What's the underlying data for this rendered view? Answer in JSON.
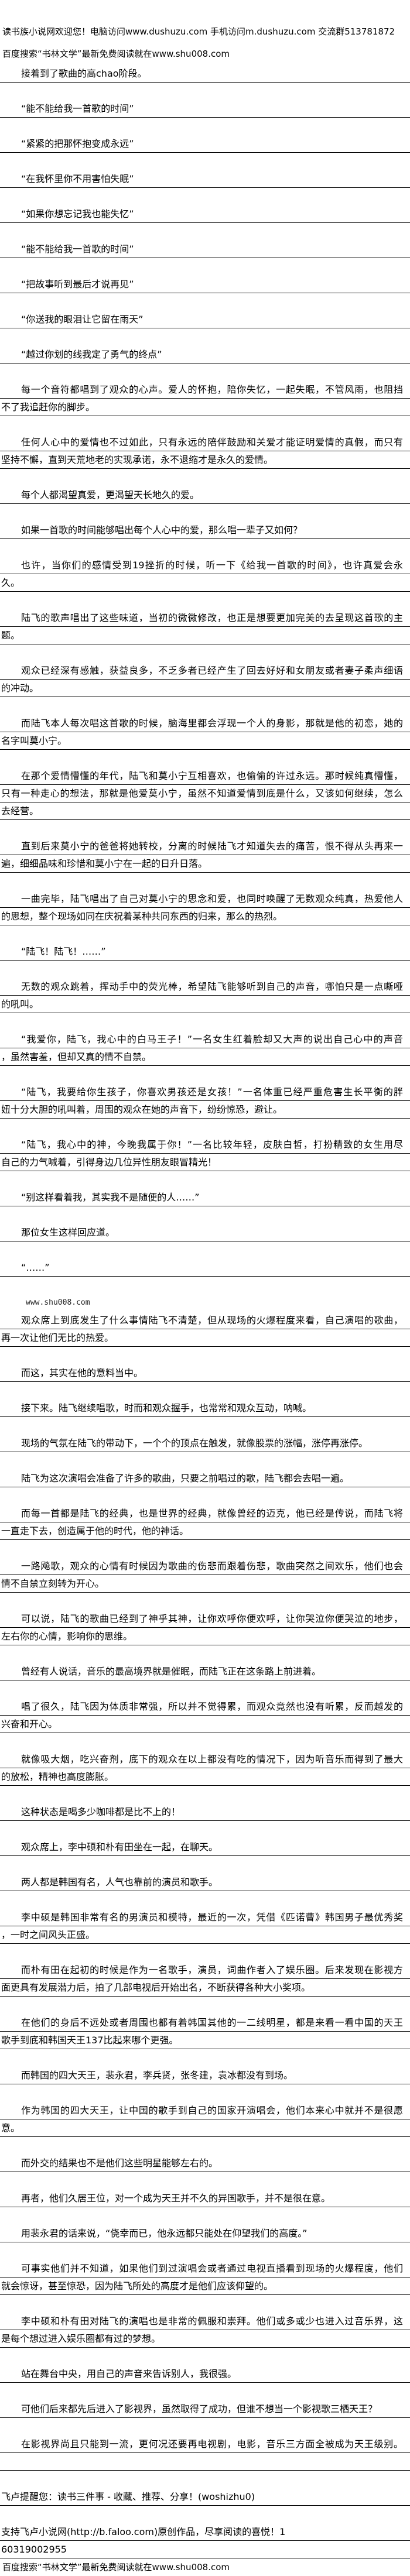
{
  "header": {
    "welcome": "读书族小说网欢迎您！电脑访问www.dushuzu.com 手机访问m.dushuzu.com 交流群513781872",
    "search_hint": "百度搜索“书林文学”最新免费阅读就在www.shu008.com"
  },
  "content": {
    "paragraphs": [
      {
        "lines": [
          "接着到了歌曲的高chao阶段。"
        ]
      },
      {
        "lines": [
          "“能不能给我一首歌的时间”"
        ]
      },
      {
        "lines": [
          "“紧紧的把那怀抱变成永远”"
        ]
      },
      {
        "lines": [
          "“在我怀里你不用害怕失眠”"
        ]
      },
      {
        "lines": [
          "“如果你想忘记我也能失忆”"
        ]
      },
      {
        "lines": [
          "“能不能给我一首歌的时间”"
        ]
      },
      {
        "lines": [
          "“把故事听到最后才说再见”"
        ]
      },
      {
        "lines": [
          "“你送我的眼泪让它留在雨天”"
        ]
      },
      {
        "lines": [
          "“越过你划的线我定了勇气的终点”"
        ]
      },
      {
        "lines": [
          "每一个音符都唱到了观众的心声。爱人的怀抱，陪你失忆，一起失眠，不管风雨，也阻挡",
          "不了我追赶你的脚步。"
        ]
      },
      {
        "lines": [
          "任何人心中的爱情也不过如此，只有永远的陪伴鼓励和关爱才能证明爱情的真假，而只有",
          "坚持不懈，直到天荒地老的实现承诺，永不退缩才是永久的爱情。"
        ]
      },
      {
        "lines": [
          "每个人都渴望真爱，更渴望天长地久的爱。"
        ]
      },
      {
        "lines": [
          "如果一首歌的时间能够唱出每个人心中的爱，那么唱一辈子又如何？"
        ]
      },
      {
        "lines": [
          "也许，当你们的感情受到19挫折的时候，听一下《给我一首歌的时间》，也许真爱会永",
          "久。"
        ]
      },
      {
        "lines": [
          "陆飞的歌声唱出了这些味道，当初的微微修改，也正是想要更加完美的去呈现这首歌的主",
          "题。"
        ]
      },
      {
        "lines": [
          "观众已经深有感触，获益良多，不乏多者已经产生了回去好好和女朋友或者妻子柔声细语",
          "的冲动。"
        ]
      },
      {
        "lines": [
          "而陆飞本人每次唱这首歌的时候，脑海里都会浮现一个人的身影，那就是他的初恋，她的",
          "名字叫莫小宁。"
        ]
      },
      {
        "lines": [
          "在那个爱情懵懂的年代，陆飞和莫小宁互相喜欢，也偷偷的许过永远。那时候纯真懵懂，",
          "只有一种走心的想法，那就是他爱莫小宁，虽然不知道爱情到底是什么，又该如何继续，怎么",
          "去经营。"
        ]
      },
      {
        "lines": [
          "直到后来莫小宁的爸爸将她转校，分离的时候陆飞才知道失去的痛苦，恨不得从头再来一",
          "遍，细细品味和珍惜和莫小宁在一起的日升日落。"
        ]
      },
      {
        "lines": [
          "一曲完毕，陆飞唱出了自己对莫小宁的思念和爱，也同时唤醒了无数观众纯真，热爱他人",
          "的思想，整个现场如同在庆祝着某种共同东西的归来，那么的热烈。"
        ]
      },
      {
        "lines": [
          "“陆飞！陆飞！……”"
        ]
      },
      {
        "lines": [
          "无数的观众跳着，挥动手中的荧光棒，希望陆飞能够听到自己的声音，哪怕只是一点嘶哑",
          "的吼叫。"
        ]
      },
      {
        "lines": [
          "“我爱你，陆飞，我心中的白马王子！”一名女生红着脸却又大声的说出自己心中的声音",
          "，虽然害羞，但却又真的情不自禁。"
        ]
      },
      {
        "lines": [
          "“陆飞，我要给你生孩子，你喜欢男孩还是女孩！”一名体重已经严重危害生长平衡的胖",
          "妞十分大胆的吼叫着，周围的观众在她的声音下，纷纷惊恐，避让。"
        ]
      },
      {
        "lines": [
          "“陆飞，我心中的神，今晚我属于你！”一名比较年轻，皮肤白皙，打扮精致的女生用尽",
          "自己的力气喊着，引得身边几位异性朋友眼冒精光！"
        ]
      },
      {
        "lines": [
          "“别这样看着我，其实我不是随便的人……”"
        ]
      },
      {
        "lines": [
          "那位女生这样回应道。"
        ]
      },
      {
        "lines": [
          "“……”"
        ],
        "watermark_after": "www.shu008.com"
      },
      {
        "lines": [
          "观众席上到底发生了什么事情陆飞不清楚，但从现场的火爆程度来看，自己演唱的歌曲，",
          "再一次让他们无比的热爱。"
        ]
      },
      {
        "lines": [
          "而这，其实在他的意料当中。"
        ]
      },
      {
        "lines": [
          "接下来。陆飞继续唱歌，时而和观众握手，也常常和观众互动，呐喊。"
        ]
      },
      {
        "lines": [
          "现场的气氛在陆飞的带动下，一个个的顶点在触发，就像股票的涨幅，涨停再涨停。"
        ]
      },
      {
        "lines": [
          "陆飞为这次演唱会准备了许多的歌曲，只要之前唱过的歌，陆飞都会去唱一遍。"
        ]
      },
      {
        "lines": [
          "而每一首都是陆飞的经典，也是世界的经典，就像曾经的迈克，他已经是传说，而陆飞将",
          "一直走下去，创造属于他的时代，他的神话。"
        ]
      },
      {
        "lines": [
          "一路飚歌，观众的心情有时候因为歌曲的伤悲而跟着伤悲，歌曲突然之间欢乐，他们也会",
          "情不自禁立刻转为开心。"
        ]
      },
      {
        "lines": [
          "可以说，陆飞的歌曲已经到了神乎其神，让你欢呼你便欢呼，让你哭泣你便哭泣的地步，",
          "左右你的心情，影响你的思维。"
        ]
      },
      {
        "lines": [
          "曾经有人说话，音乐的最高境界就是催眠，而陆飞正在这条路上前进着。"
        ]
      },
      {
        "lines": [
          "唱了很久，陆飞因为体质非常强，所以并不觉得累，而观众竟然也没有听累，反而越发的",
          "兴奋和开心。"
        ]
      },
      {
        "lines": [
          "就像吸大烟，吃兴奋剂，底下的观众在以上都没有吃的情况下，因为听音乐而得到了最大",
          "的放松，精神也高度膨胀。"
        ]
      },
      {
        "lines": [
          "这种状态是喝多少咖啡都是比不上的！"
        ]
      },
      {
        "lines": [
          "观众席上，李中硕和朴有田坐在一起，在聊天。"
        ]
      },
      {
        "lines": [
          "两人都是韩国有名，人气也靠前的演员和歌手。"
        ]
      },
      {
        "lines": [
          "李中硕是韩国非常有名的男演员和模特，最近的一次，凭借《匹诺曹》韩国男子最优秀奖",
          "，一时之间风头正盛。"
        ]
      },
      {
        "lines": [
          "而朴有田在起初的时候是作为一名歌手，演员，词曲作者入了娱乐圈。后来发现在影视方",
          "面更具有发展潜力后，拍了几部电视后开始出名，不断获得各种大小奖项。"
        ]
      },
      {
        "lines": [
          "在他们的身后不远处或者周围也都有着韩国其他的一二线明星，都是来看一看中国的天王",
          "歌手到底和韩国天王137比起来哪个更强。"
        ]
      },
      {
        "lines": [
          "而韩国的四大天王，裴永君，李兵贤，张冬建，袁冰都没有到场。"
        ]
      },
      {
        "lines": [
          "作为韩国的四大天王，让中国的歌手到自己的国家开演唱会，他们本来心中就并不是很愿",
          "意。"
        ]
      },
      {
        "lines": [
          "而外交的结果也不是他们这些明星能够左右的。"
        ]
      },
      {
        "lines": [
          "再者，他们久居王位，对一个成为天王并不久的异国歌手，并不是很在意。"
        ]
      },
      {
        "lines": [
          "用裴永君的话来说，“侥幸而已，他永远都只能处在仰望我们的高度。”"
        ]
      },
      {
        "lines": [
          "可事实他们并不知道，如果他们到过演唱会或者通过电视直播看到现场的火爆程度，他们",
          "就会惊讶，甚至惊恐，因为陆飞所处的高度才是他们应该仰望的。"
        ]
      },
      {
        "lines": [
          "李中硕和朴有田对陆飞的演唱也是非常的佩服和崇拜。他们或多或少也进入过音乐界，这",
          "是每个想过进入娱乐圈都有过的梦想。"
        ]
      },
      {
        "lines": [
          "站在舞台中央，用自己的声音来告诉别人，我很强。"
        ]
      },
      {
        "lines": [
          "可他们后来都先后进入了影视界，虽然取得了成功，但谁不想当一个影视歌三栖天王？"
        ]
      },
      {
        "lines": [
          "在影视界尚且只能到一流，更何况还要再电视剧，电影，音乐三方面全被成为天王级别。",
          ""
        ]
      }
    ]
  },
  "footer": {
    "reminder": "飞卢提醒您：读书三件事 - 收藏、推荐、分享！(woshizhu0)",
    "support_line1": "支持飞卢小说网(http://b.faloo.com)原创作品，尽享阅读的喜悦！1",
    "support_line2": "60319002955",
    "search_hint": "百度搜索“书林文学”最新免费阅读就在www.shu008.com"
  }
}
